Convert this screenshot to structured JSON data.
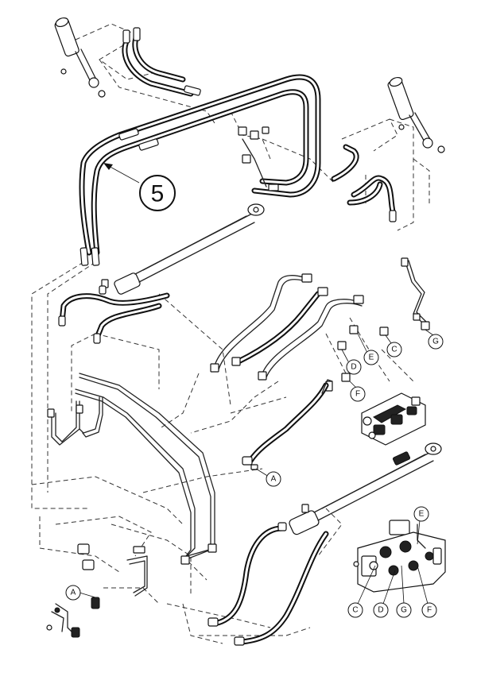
{
  "main_callout": {
    "label": "5"
  },
  "callouts": [
    {
      "id": "callout-d-upper",
      "label": "D"
    },
    {
      "id": "callout-e-upper",
      "label": "E"
    },
    {
      "id": "callout-c-upper",
      "label": "C"
    },
    {
      "id": "callout-g-upper",
      "label": "G"
    },
    {
      "id": "callout-f-upper",
      "label": "F"
    },
    {
      "id": "callout-a-right",
      "label": "A"
    },
    {
      "id": "callout-a-left",
      "label": "A"
    },
    {
      "id": "callout-e-lower",
      "label": "E"
    },
    {
      "id": "callout-c-lower",
      "label": "C"
    },
    {
      "id": "callout-d-lower",
      "label": "D"
    },
    {
      "id": "callout-g-lower",
      "label": "G"
    },
    {
      "id": "callout-f-lower",
      "label": "F"
    }
  ],
  "colors": {
    "line": "#111111",
    "background": "#ffffff"
  }
}
